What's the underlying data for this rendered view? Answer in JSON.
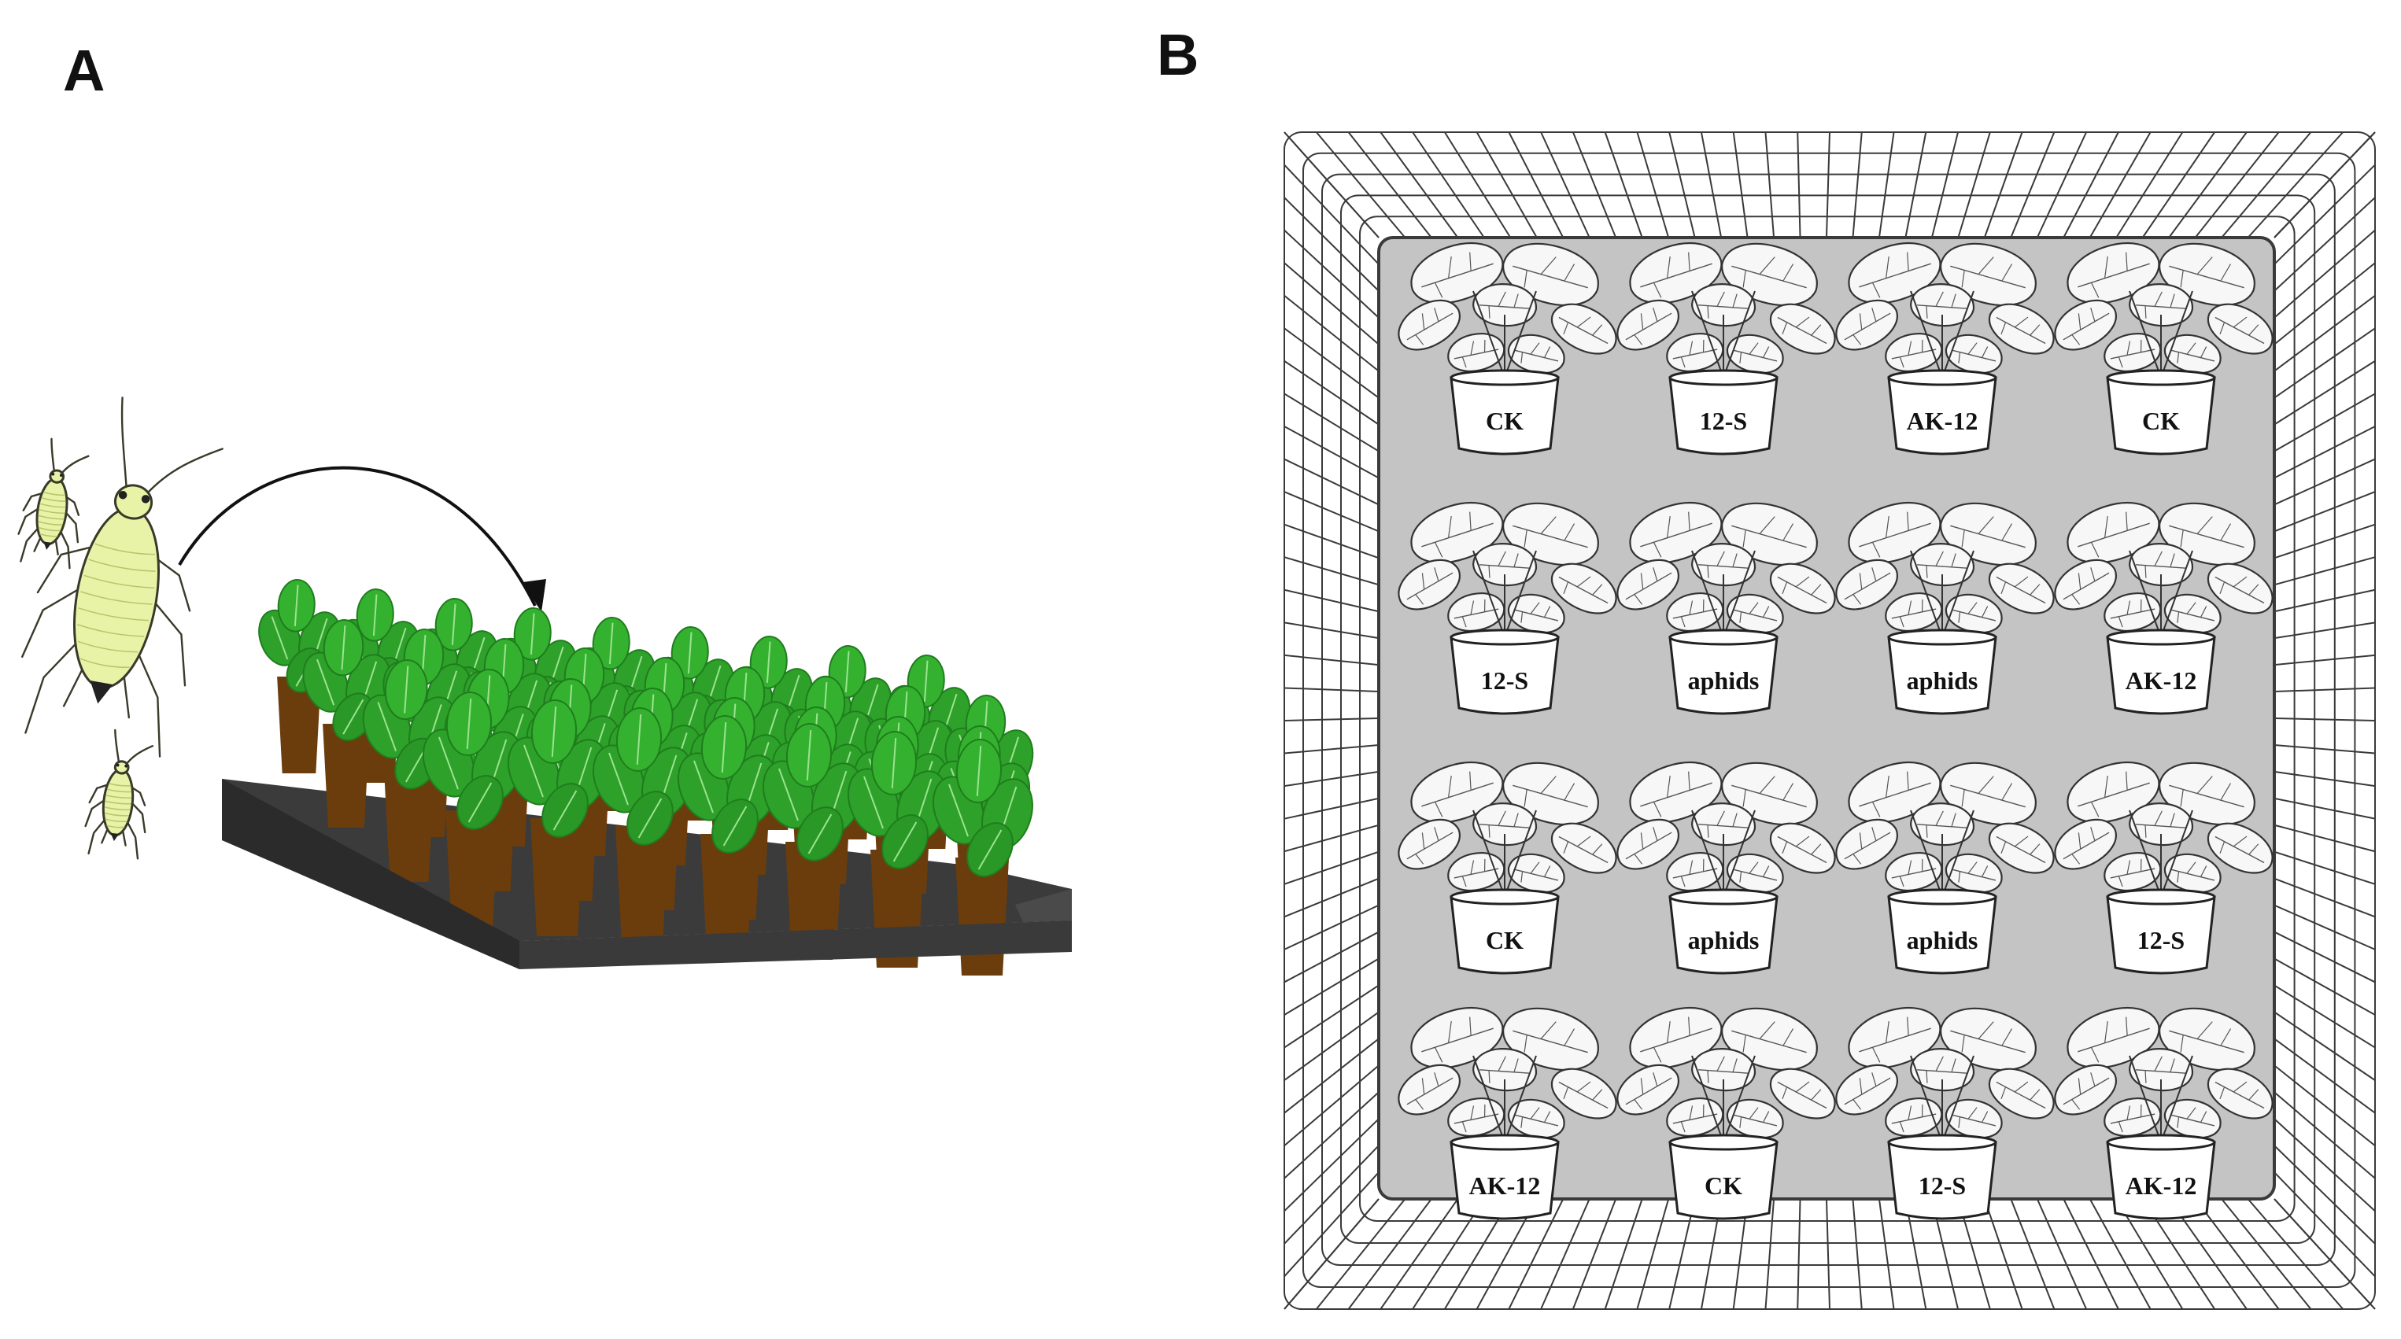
{
  "panels": {
    "a": {
      "letter": "A"
    },
    "b": {
      "letter": "B"
    }
  },
  "colors": {
    "aphid_body": "#e8f3a8",
    "aphid_outline": "#3a3a2a",
    "leaf_green": "#2ea12a",
    "leaf_dark": "#1f7d1d",
    "soil_brown": "#6b3d0d",
    "tray_black": "#2b2b2b",
    "cage_floor": "#c4c4c4",
    "cage_line": "#3a3a3a"
  },
  "icons": {
    "aphid": "aphid-icon",
    "arrow": "curved-arrow-icon",
    "tray": "seedling-tray-icon",
    "plant": "potted-plant-icon"
  },
  "cage_layout": {
    "rows": [
      [
        "CK",
        "12-S",
        "AK-12",
        "CK"
      ],
      [
        "12-S",
        "aphids",
        "aphids",
        "AK-12"
      ],
      [
        "CK",
        "aphids",
        "aphids",
        "12-S"
      ],
      [
        "AK-12",
        "CK",
        "12-S",
        "AK-12"
      ]
    ]
  }
}
